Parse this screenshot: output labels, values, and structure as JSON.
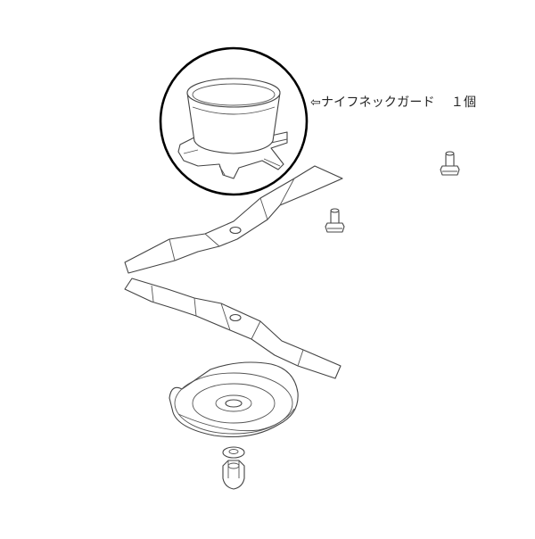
{
  "diagram": {
    "type": "exploded-parts-diagram",
    "callout": {
      "arrow": "⇦",
      "part_name": "ナイフネックガード",
      "quantity": "１個"
    },
    "parts": [
      {
        "id": "knife-neck-guard",
        "label": "ナイフネックガード",
        "highlighted": true
      },
      {
        "id": "bolt-right"
      },
      {
        "id": "blade-upper"
      },
      {
        "id": "bolt-center"
      },
      {
        "id": "blade-lower"
      },
      {
        "id": "blade-holder-disc"
      },
      {
        "id": "spring-washer"
      },
      {
        "id": "cap-nut"
      }
    ],
    "colors": {
      "line": "#444444",
      "callout_circle": "#000000",
      "background": "#ffffff",
      "text": "#222222"
    }
  }
}
